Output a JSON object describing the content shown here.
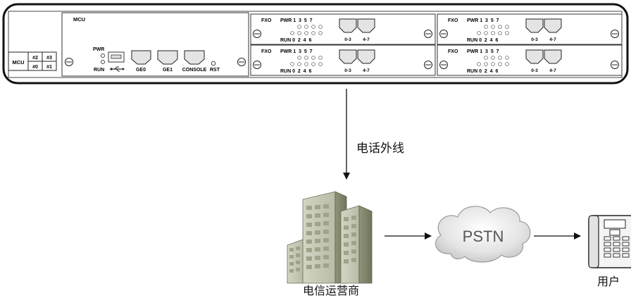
{
  "chassis": {
    "slot_grid": {
      "name": "MCU",
      "cells": [
        "#2",
        "#3",
        "#0",
        "#1"
      ]
    },
    "mcu": {
      "title": "MCU",
      "pwr_label": "PWR",
      "run_label": "RUN",
      "ports": [
        "GE0",
        "GE1",
        "CONSOLE"
      ],
      "rst_label": "RST"
    },
    "fxo_cards": [
      {
        "title": "FXO",
        "pwr_row": "PWR 1  3  5  7",
        "run_row": "RUN 0  2  4  6",
        "port_a": "0-3",
        "port_b": "4-7"
      },
      {
        "title": "FXO",
        "pwr_row": "PWR 1  3  5  7",
        "run_row": "RUN 0  2  4  6",
        "port_a": "0-3",
        "port_b": "4-7"
      },
      {
        "title": "FXO",
        "pwr_row": "PWR 1  3  5  7",
        "run_row": "RUN 0  2  4  6",
        "port_a": "0-3",
        "port_b": "4-7"
      },
      {
        "title": "FXO",
        "pwr_row": "PWR 1  3  5  7",
        "run_row": "RUN 0  2  4  6",
        "port_a": "0-3",
        "port_b": "4-7"
      }
    ]
  },
  "diagram": {
    "line_label": "电话外线",
    "carrier_label": "电信运营商",
    "cloud_label": "PSTN",
    "user_label": "用户"
  }
}
